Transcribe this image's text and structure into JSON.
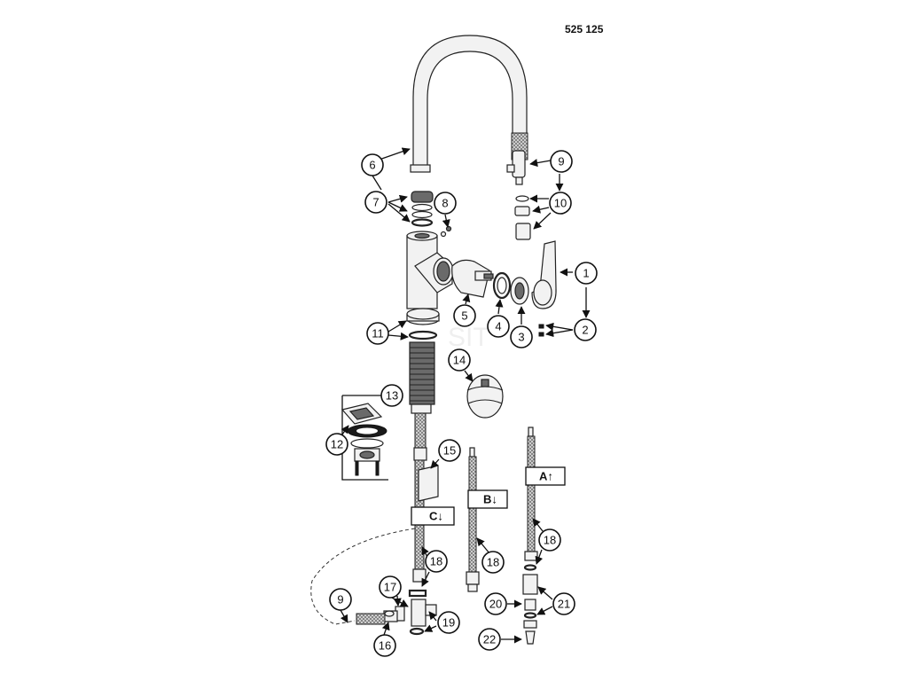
{
  "header": {
    "code": "525 125"
  },
  "callouts": [
    "1",
    "2",
    "3",
    "4",
    "5",
    "6",
    "7",
    "8",
    "9",
    "10",
    "11",
    "12",
    "13",
    "14",
    "15",
    "16",
    "17",
    "18",
    "19",
    "20",
    "21",
    "22"
  ],
  "connection_labels": {
    "c": "C↓",
    "b": "B↓",
    "a": "A↑"
  },
  "colors": {
    "line": "#111111",
    "fill": "#f2f2f2",
    "hose": "#777777"
  }
}
